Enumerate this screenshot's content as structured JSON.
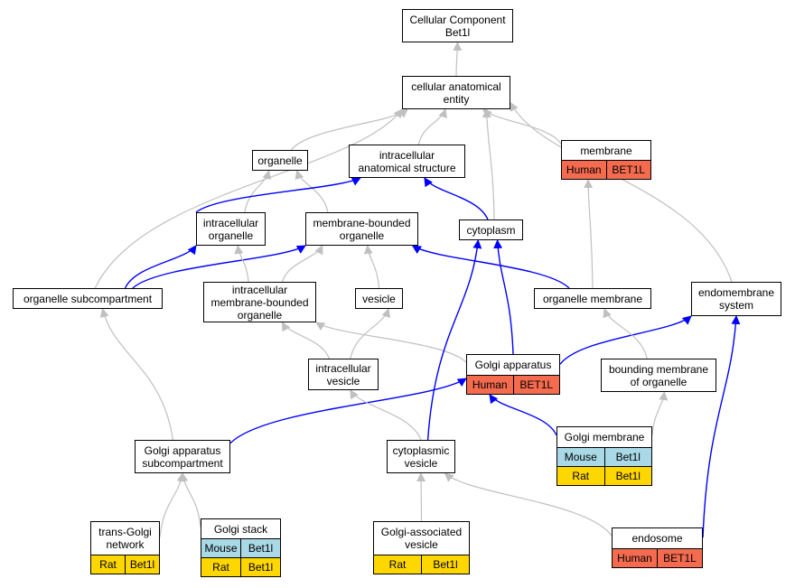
{
  "nodes": {
    "root": {
      "label": "Cellular Component\nBet1l"
    },
    "cae": {
      "label": "cellular anatomical\nentity"
    },
    "organelle": {
      "label": "organelle"
    },
    "ias": {
      "label": "intracellular\nanatomical structure"
    },
    "membrane": {
      "label": "membrane",
      "annotations": [
        {
          "species": "Human",
          "gene": "BET1L"
        }
      ]
    },
    "io": {
      "label": "intracellular\norganelle"
    },
    "mbo": {
      "label": "membrane-bounded\norganelle"
    },
    "cytoplasm": {
      "label": "cytoplasm"
    },
    "osc": {
      "label": "organelle subcompartment"
    },
    "imbo": {
      "label": "intracellular\nmembrane-bounded\norganelle"
    },
    "vesicle": {
      "label": "vesicle"
    },
    "om": {
      "label": "organelle membrane"
    },
    "ems": {
      "label": "endomembrane\nsystem"
    },
    "ga": {
      "label": "Golgi apparatus",
      "annotations": [
        {
          "species": "Human",
          "gene": "BET1L"
        }
      ]
    },
    "iv": {
      "label": "intracellular\nvesicle"
    },
    "bmo": {
      "label": "bounding membrane\nof organelle"
    },
    "gm": {
      "label": "Golgi membrane",
      "annotations": [
        {
          "species": "Mouse",
          "gene": "Bet1l"
        },
        {
          "species": "Rat",
          "gene": "Bet1l"
        }
      ]
    },
    "gas": {
      "label": "Golgi apparatus\nsubcompartment"
    },
    "cv": {
      "label": "cytoplasmic\nvesicle"
    },
    "tgn": {
      "label": "trans-Golgi\nnetwork",
      "annotations": [
        {
          "species": "Rat",
          "gene": "Bet1l"
        }
      ]
    },
    "gs": {
      "label": "Golgi stack",
      "annotations": [
        {
          "species": "Mouse",
          "gene": "Bet1l"
        },
        {
          "species": "Rat",
          "gene": "Bet1l"
        }
      ]
    },
    "gav": {
      "label": "Golgi-associated\nvesicle",
      "annotations": [
        {
          "species": "Rat",
          "gene": "Bet1l"
        }
      ]
    },
    "endosome": {
      "label": "endosome",
      "annotations": [
        {
          "species": "Human",
          "gene": "BET1L"
        }
      ]
    }
  },
  "edges": [
    {
      "from": "cae",
      "to": "root",
      "type": "is_a"
    },
    {
      "from": "organelle",
      "to": "cae",
      "type": "is_a"
    },
    {
      "from": "ias",
      "to": "cae",
      "type": "is_a"
    },
    {
      "from": "membrane",
      "to": "cae",
      "type": "is_a"
    },
    {
      "from": "cytoplasm",
      "to": "cae",
      "type": "is_a"
    },
    {
      "from": "osc",
      "to": "cae",
      "type": "is_a"
    },
    {
      "from": "ems",
      "to": "cae",
      "type": "is_a"
    },
    {
      "from": "io",
      "to": "organelle",
      "type": "is_a"
    },
    {
      "from": "mbo",
      "to": "organelle",
      "type": "is_a"
    },
    {
      "from": "io",
      "to": "ias",
      "type": "part_of"
    },
    {
      "from": "cytoplasm",
      "to": "ias",
      "type": "part_of"
    },
    {
      "from": "osc",
      "to": "io",
      "type": "part_of"
    },
    {
      "from": "osc",
      "to": "mbo",
      "type": "part_of"
    },
    {
      "from": "imbo",
      "to": "io",
      "type": "is_a"
    },
    {
      "from": "imbo",
      "to": "mbo",
      "type": "is_a"
    },
    {
      "from": "vesicle",
      "to": "mbo",
      "type": "is_a"
    },
    {
      "from": "om",
      "to": "mbo",
      "type": "part_of"
    },
    {
      "from": "om",
      "to": "membrane",
      "type": "is_a"
    },
    {
      "from": "ga",
      "to": "imbo",
      "type": "is_a"
    },
    {
      "from": "ga",
      "to": "cytoplasm",
      "type": "part_of"
    },
    {
      "from": "ga",
      "to": "ems",
      "type": "part_of"
    },
    {
      "from": "iv",
      "to": "imbo",
      "type": "is_a"
    },
    {
      "from": "iv",
      "to": "vesicle",
      "type": "is_a"
    },
    {
      "from": "bmo",
      "to": "om",
      "type": "is_a"
    },
    {
      "from": "gm",
      "to": "ga",
      "type": "part_of"
    },
    {
      "from": "gm",
      "to": "bmo",
      "type": "is_a"
    },
    {
      "from": "gas",
      "to": "osc",
      "type": "is_a"
    },
    {
      "from": "gas",
      "to": "ga",
      "type": "part_of"
    },
    {
      "from": "cv",
      "to": "iv",
      "type": "is_a"
    },
    {
      "from": "cv",
      "to": "cytoplasm",
      "type": "part_of"
    },
    {
      "from": "tgn",
      "to": "gas",
      "type": "is_a"
    },
    {
      "from": "gs",
      "to": "gas",
      "type": "is_a"
    },
    {
      "from": "gav",
      "to": "cv",
      "type": "is_a"
    },
    {
      "from": "endosome",
      "to": "cv",
      "type": "is_a"
    },
    {
      "from": "endosome",
      "to": "ems",
      "type": "part_of"
    }
  ],
  "colors": {
    "is_a_edge": "#c0c0c0",
    "part_of_edge": "#0000ff",
    "Human": "#f46b4f",
    "Mouse": "#a9d8e6",
    "Rat": "#ffd700"
  }
}
